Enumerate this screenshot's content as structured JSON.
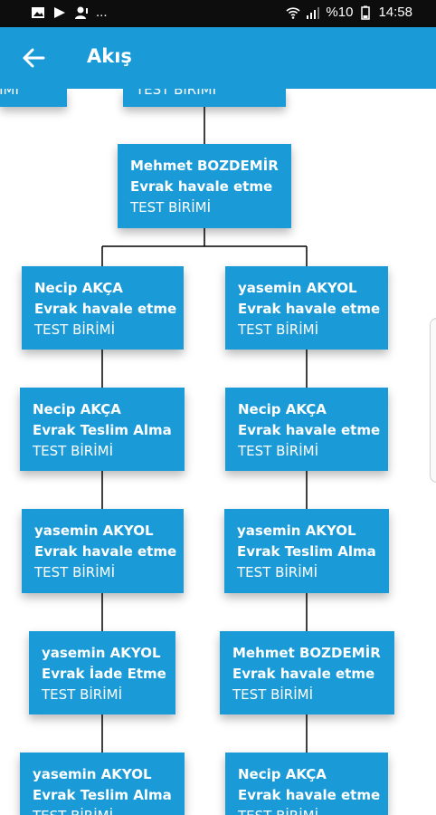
{
  "status": {
    "battery_text": "%10",
    "time": "14:58",
    "more": "..."
  },
  "appbar": {
    "title": "Akış"
  },
  "top_partial": {
    "left_text": "BİRİMİ",
    "center_text": "TEST BİRİMİ"
  },
  "nodes": [
    {
      "name": "Mehmet BOZDEMİR",
      "action": "Evrak havale etme",
      "unit": "TEST BİRİMİ"
    },
    {
      "name": "Necip AKÇA",
      "action": "Evrak havale etme",
      "unit": "TEST BİRİMİ"
    },
    {
      "name": "yasemin AKYOL",
      "action": "Evrak havale etme",
      "unit": "TEST BİRİMİ"
    },
    {
      "name": "Necip AKÇA",
      "action": "Evrak Teslim Alma",
      "unit": "TEST BİRİMİ"
    },
    {
      "name": "Necip AKÇA",
      "action": "Evrak havale etme",
      "unit": "TEST BİRİMİ"
    },
    {
      "name": "yasemin AKYOL",
      "action": "Evrak havale etme",
      "unit": "TEST BİRİMİ"
    },
    {
      "name": "yasemin AKYOL",
      "action": "Evrak Teslim Alma",
      "unit": "TEST BİRİMİ"
    },
    {
      "name": "yasemin AKYOL",
      "action": "Evrak İade Etme",
      "unit": "TEST BİRİMİ"
    },
    {
      "name": "Mehmet BOZDEMİR",
      "action": "Evrak havale etme",
      "unit": "TEST BİRİMİ"
    },
    {
      "name": "yasemin AKYOL",
      "action": "Evrak Teslim Alma",
      "unit": "TEST BİRİMİ"
    },
    {
      "name": "Necip AKÇA",
      "action": "Evrak havale etme",
      "unit": "TEST BİRİMİ"
    }
  ],
  "icons": {
    "back": "arrow-left-icon",
    "gallery": "image-icon",
    "play": "play-icon",
    "notification": "person-alert-icon",
    "wifi": "wifi-icon",
    "signal": "signal-icon",
    "battery": "battery-icon"
  },
  "colors": {
    "appbar": "#1a9bd7",
    "node": "#1a9bd7",
    "statusbar": "#0d0d0d",
    "connector": "#000000"
  }
}
